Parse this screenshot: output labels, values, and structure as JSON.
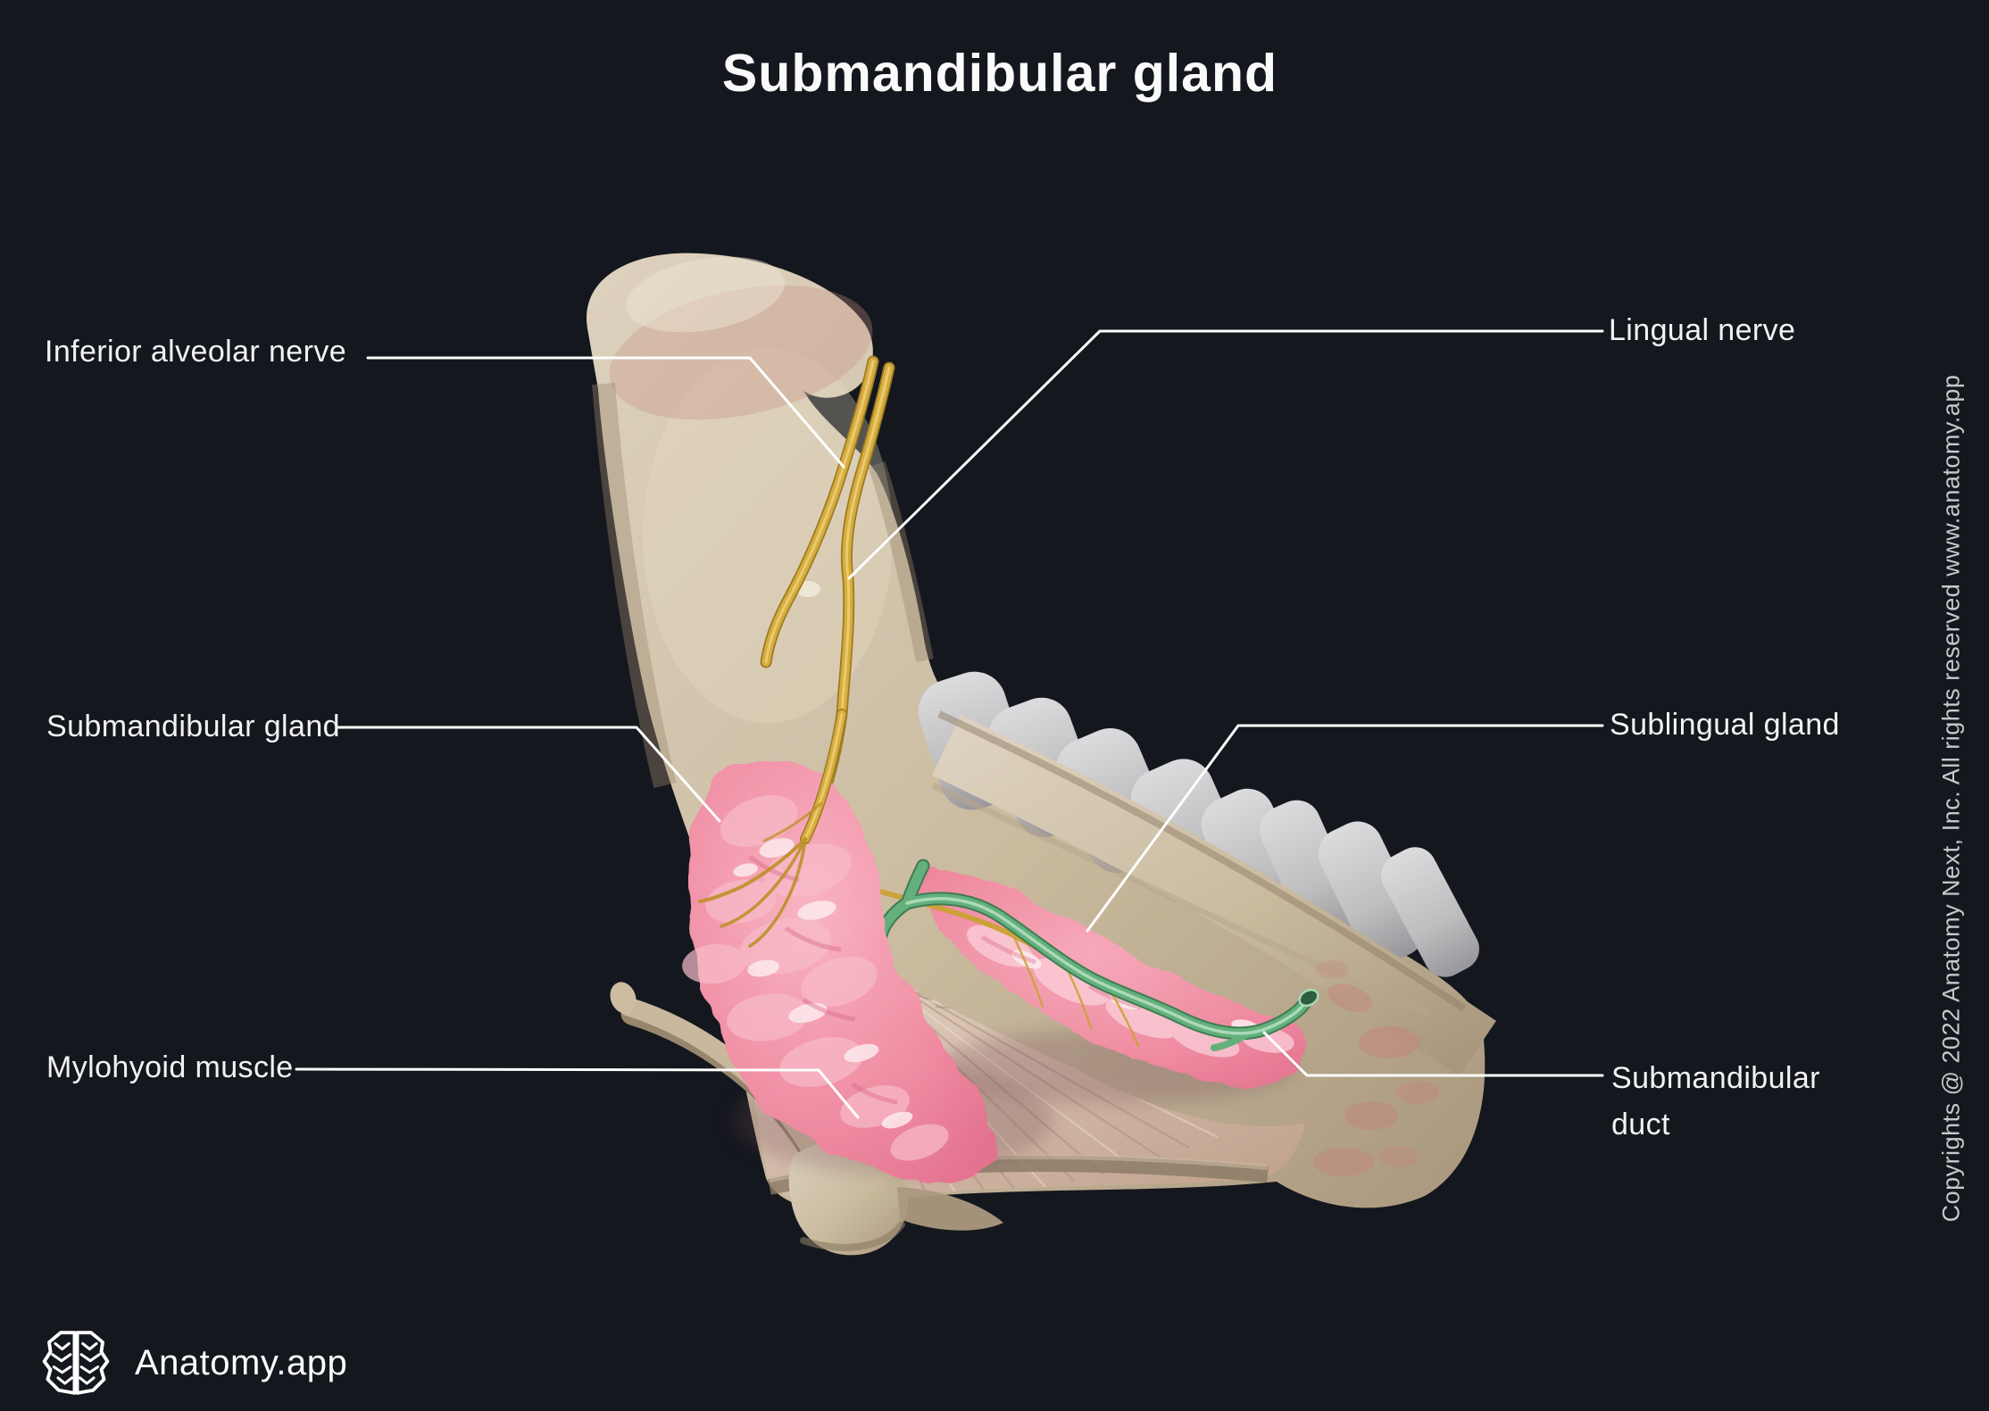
{
  "title": "Submandibular gland",
  "labels": {
    "inferior_alveolar_nerve": "Inferior alveolar nerve",
    "submandibular_gland": "Submandibular gland",
    "mylohyoid_muscle": "Mylohyoid muscle",
    "lingual_nerve": "Lingual nerve",
    "sublingual_gland": "Sublingual gland",
    "submandibular_duct": "Submandibular duct"
  },
  "branding": {
    "name": "Anatomy.app",
    "logo_icon": "brain-icon"
  },
  "copyright": "Copyrights @ 2022 Anatomy Next, Inc. All rights reserved www.anatomy.app",
  "colors": {
    "background": "#14171e",
    "label_text": "#f2f2f2",
    "leader_line": "#ffffff",
    "bone": "#cdbfa6",
    "teeth": "#c6c5c7",
    "gland_pink": "#f091a6",
    "duct_green": "#63b07c",
    "nerve_yellow": "#d6ac3e",
    "muscle": "#dcc9b9",
    "copyright_text": "#c8c8c8"
  }
}
